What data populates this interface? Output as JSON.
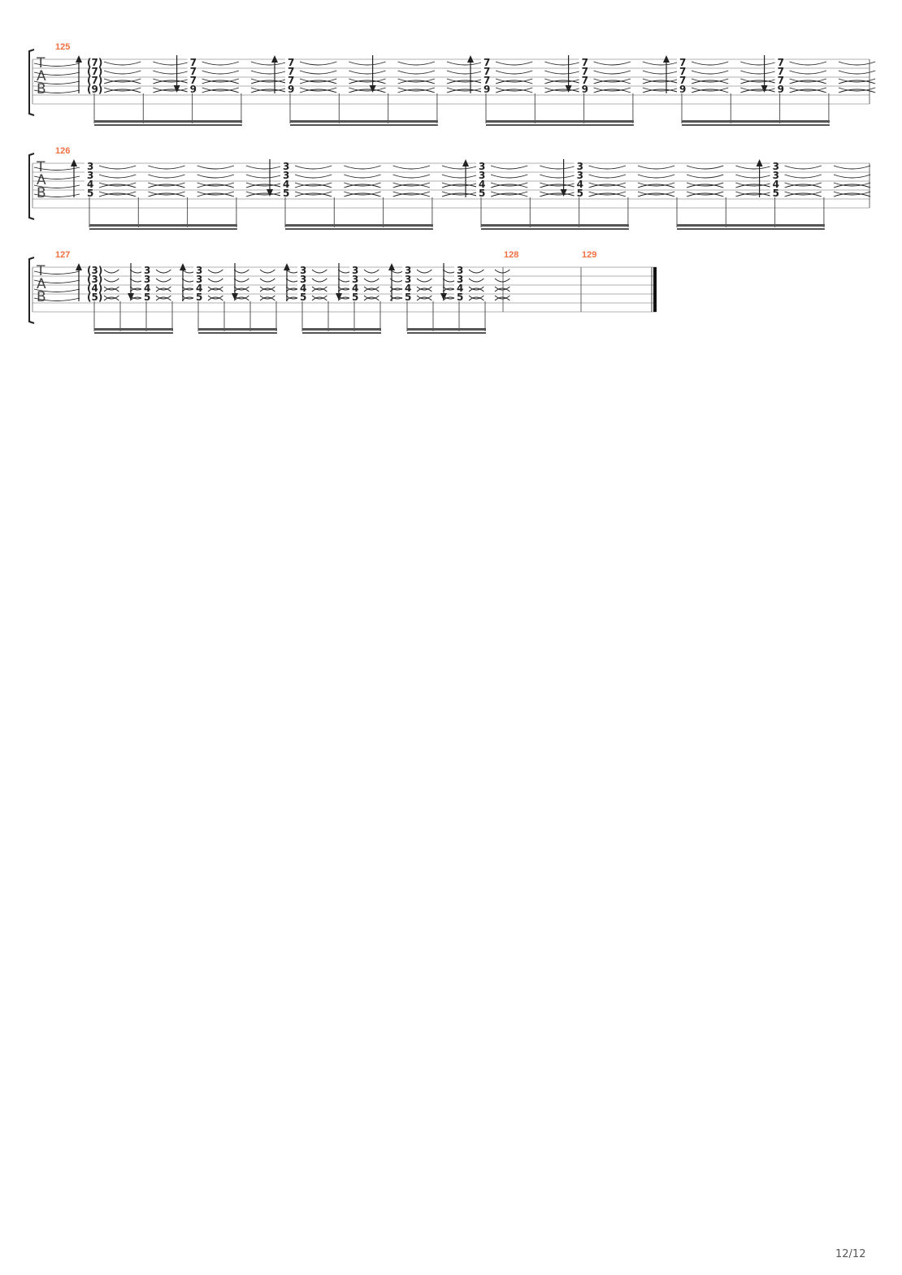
{
  "clef_letters": [
    "T",
    "A",
    "B"
  ],
  "accent_color": "#f07040",
  "ink_color": "#222222",
  "staff_color": "#b0b0b0",
  "page_number": "12/12",
  "systems": [
    {
      "measure_label": "125",
      "groups": [
        {
          "beats": [
            {
              "frets": [
                "(7)",
                "(7)",
                "(7)",
                "(9)"
              ],
              "stroke": "up"
            },
            {
              "frets": []
            },
            {
              "frets": [
                "7",
                "7",
                "7",
                "9"
              ],
              "stroke": "down"
            },
            {
              "frets": []
            }
          ]
        },
        {
          "beats": [
            {
              "frets": [
                "7",
                "7",
                "7",
                "9"
              ],
              "stroke": "up"
            },
            {
              "frets": []
            },
            {
              "frets": [],
              "stroke": "down"
            },
            {
              "frets": []
            }
          ]
        },
        {
          "beats": [
            {
              "frets": [
                "7",
                "7",
                "7",
                "9"
              ],
              "stroke": "up"
            },
            {
              "frets": []
            },
            {
              "frets": [
                "7",
                "7",
                "7",
                "9"
              ],
              "stroke": "down"
            },
            {
              "frets": []
            }
          ]
        },
        {
          "beats": [
            {
              "frets": [
                "7",
                "7",
                "7",
                "9"
              ],
              "stroke": "up"
            },
            {
              "frets": []
            },
            {
              "frets": [
                "7",
                "7",
                "7",
                "9"
              ],
              "stroke": "down"
            },
            {
              "frets": []
            }
          ]
        }
      ]
    },
    {
      "measure_label": "126",
      "groups": [
        {
          "beats": [
            {
              "frets": [
                "3",
                "3",
                "4",
                "5"
              ],
              "stroke": "up"
            },
            {
              "frets": []
            },
            {
              "frets": []
            },
            {
              "frets": []
            }
          ]
        },
        {
          "beats": [
            {
              "frets": [
                "3",
                "3",
                "4",
                "5"
              ],
              "stroke": "down"
            },
            {
              "frets": []
            },
            {
              "frets": []
            },
            {
              "frets": []
            }
          ]
        },
        {
          "beats": [
            {
              "frets": [
                "3",
                "3",
                "4",
                "5"
              ],
              "stroke": "up"
            },
            {
              "frets": []
            },
            {
              "frets": [
                "3",
                "3",
                "4",
                "5"
              ],
              "stroke": "down"
            },
            {
              "frets": []
            }
          ]
        },
        {
          "beats": [
            {
              "frets": []
            },
            {
              "frets": []
            },
            {
              "frets": [
                "3",
                "3",
                "4",
                "5"
              ],
              "stroke": "up"
            },
            {
              "frets": []
            }
          ]
        }
      ]
    },
    {
      "measure_label": "127",
      "extra_measure_labels": [
        "128",
        "129"
      ],
      "groups": [
        {
          "beats": [
            {
              "frets": [
                "(3)",
                "(3)",
                "(4)",
                "(5)"
              ],
              "stroke": "up"
            },
            {
              "frets": []
            },
            {
              "frets": [
                "3",
                "3",
                "4",
                "5"
              ],
              "stroke": "down"
            },
            {
              "frets": []
            }
          ]
        },
        {
          "beats": [
            {
              "frets": [
                "3",
                "3",
                "4",
                "5"
              ],
              "stroke": "up"
            },
            {
              "frets": []
            },
            {
              "frets": [],
              "stroke": "down"
            },
            {
              "frets": []
            }
          ]
        },
        {
          "beats": [
            {
              "frets": [
                "3",
                "3",
                "4",
                "5"
              ],
              "stroke": "up"
            },
            {
              "frets": []
            },
            {
              "frets": [
                "3",
                "3",
                "4",
                "5"
              ],
              "stroke": "down"
            },
            {
              "frets": []
            }
          ]
        },
        {
          "beats": [
            {
              "frets": [
                "3",
                "3",
                "4",
                "5"
              ],
              "stroke": "up"
            },
            {
              "frets": []
            },
            {
              "frets": [
                "3",
                "3",
                "4",
                "5"
              ],
              "stroke": "down"
            },
            {
              "frets": []
            }
          ]
        }
      ]
    }
  ]
}
